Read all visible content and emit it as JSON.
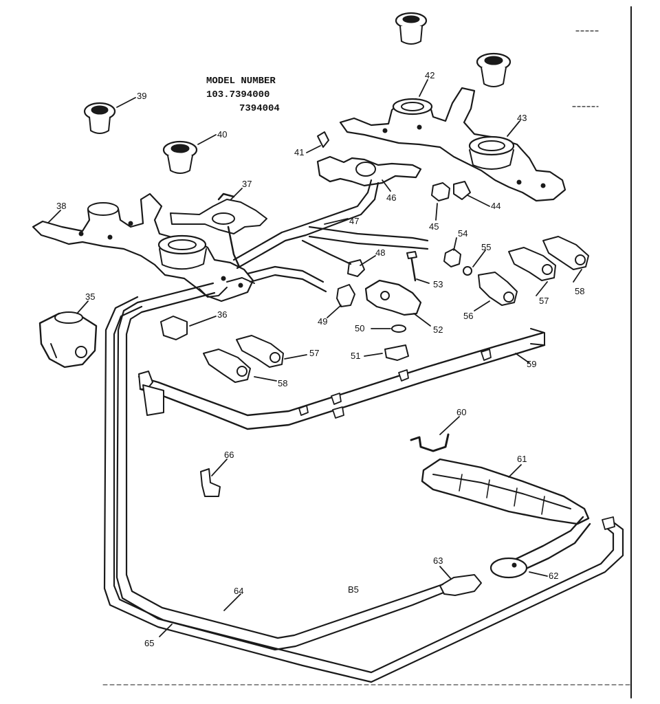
{
  "model_block": {
    "heading": "MODEL NUMBER",
    "line1": "103.7394000",
    "line2": "7394004"
  },
  "page_code": "B5",
  "colors": {
    "ink": "#1a1a1a",
    "paper": "#ffffff"
  },
  "callouts": [
    {
      "id": "p35",
      "number": "35"
    },
    {
      "id": "p36",
      "number": "36"
    },
    {
      "id": "p37",
      "number": "37"
    },
    {
      "id": "p38",
      "number": "38"
    },
    {
      "id": "p39",
      "number": "39"
    },
    {
      "id": "p40",
      "number": "40"
    },
    {
      "id": "p41",
      "number": "41"
    },
    {
      "id": "p42",
      "number": "42"
    },
    {
      "id": "p43",
      "number": "43"
    },
    {
      "id": "p44",
      "number": "44"
    },
    {
      "id": "p45",
      "number": "45"
    },
    {
      "id": "p46",
      "number": "46"
    },
    {
      "id": "p47",
      "number": "47"
    },
    {
      "id": "p48",
      "number": "48"
    },
    {
      "id": "p49",
      "number": "49"
    },
    {
      "id": "p50",
      "number": "50"
    },
    {
      "id": "p51",
      "number": "51"
    },
    {
      "id": "p52",
      "number": "52"
    },
    {
      "id": "p53",
      "number": "53"
    },
    {
      "id": "p54",
      "number": "54"
    },
    {
      "id": "p55",
      "number": "55"
    },
    {
      "id": "p56",
      "number": "56"
    },
    {
      "id": "p57a",
      "number": "57"
    },
    {
      "id": "p57b",
      "number": "57"
    },
    {
      "id": "p58a",
      "number": "58"
    },
    {
      "id": "p58b",
      "number": "58"
    },
    {
      "id": "p59",
      "number": "59"
    },
    {
      "id": "p60",
      "number": "60"
    },
    {
      "id": "p61",
      "number": "61"
    },
    {
      "id": "p62",
      "number": "62"
    },
    {
      "id": "p63",
      "number": "63"
    },
    {
      "id": "p64",
      "number": "64"
    },
    {
      "id": "p65",
      "number": "65"
    },
    {
      "id": "p66",
      "number": "66"
    }
  ]
}
